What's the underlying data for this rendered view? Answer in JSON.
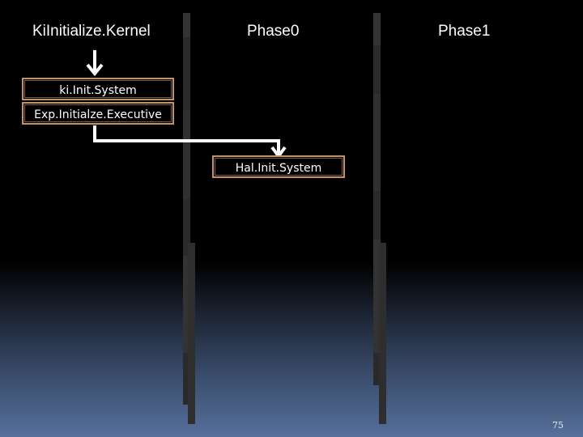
{
  "columns": [
    {
      "title": "KiInitialize.Kernel"
    },
    {
      "title": "Phase0"
    },
    {
      "title": "Phase1"
    }
  ],
  "boxes": {
    "ki_init_system": "ki.Init.System",
    "exp_initialize_executive": "Exp.Initialze.Executive",
    "hal_init_system": "Hal.Init.System"
  },
  "page_number": "75",
  "colors": {
    "box_border": "#c0936b",
    "lane_line": "#2a2a2a",
    "arrow": "#ffffff"
  }
}
